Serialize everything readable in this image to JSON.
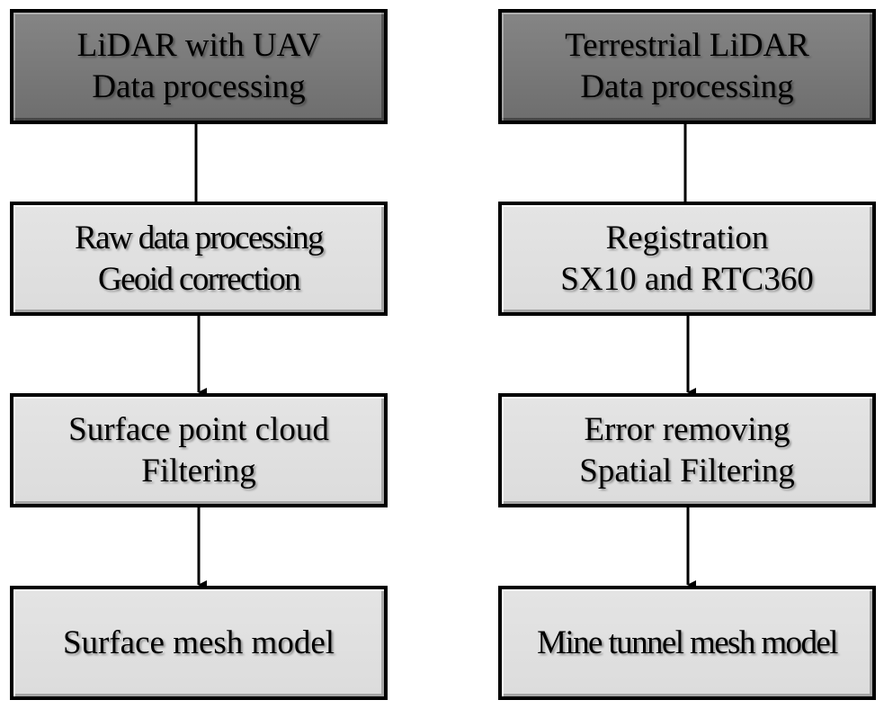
{
  "columns": [
    {
      "boxes": [
        {
          "lines": [
            "LiDAR with UAV",
            "Data processing"
          ]
        },
        {
          "lines": [
            "Raw data processing",
            "Geoid correction"
          ]
        },
        {
          "lines": [
            "Surface point cloud",
            "Filtering"
          ]
        },
        {
          "lines": [
            "Surface mesh model"
          ]
        }
      ]
    },
    {
      "boxes": [
        {
          "lines": [
            "Terrestrial LiDAR",
            "Data processing"
          ]
        },
        {
          "lines": [
            "Registration",
            "SX10 and RTC360"
          ]
        },
        {
          "lines": [
            "Error removing",
            "Spatial Filtering"
          ]
        },
        {
          "lines": [
            "Mine tunnel mesh model"
          ]
        }
      ]
    }
  ],
  "colors": {
    "header_fill": "#7a7a7a",
    "step_fill": "#e0e0e0",
    "border": "#000000"
  }
}
